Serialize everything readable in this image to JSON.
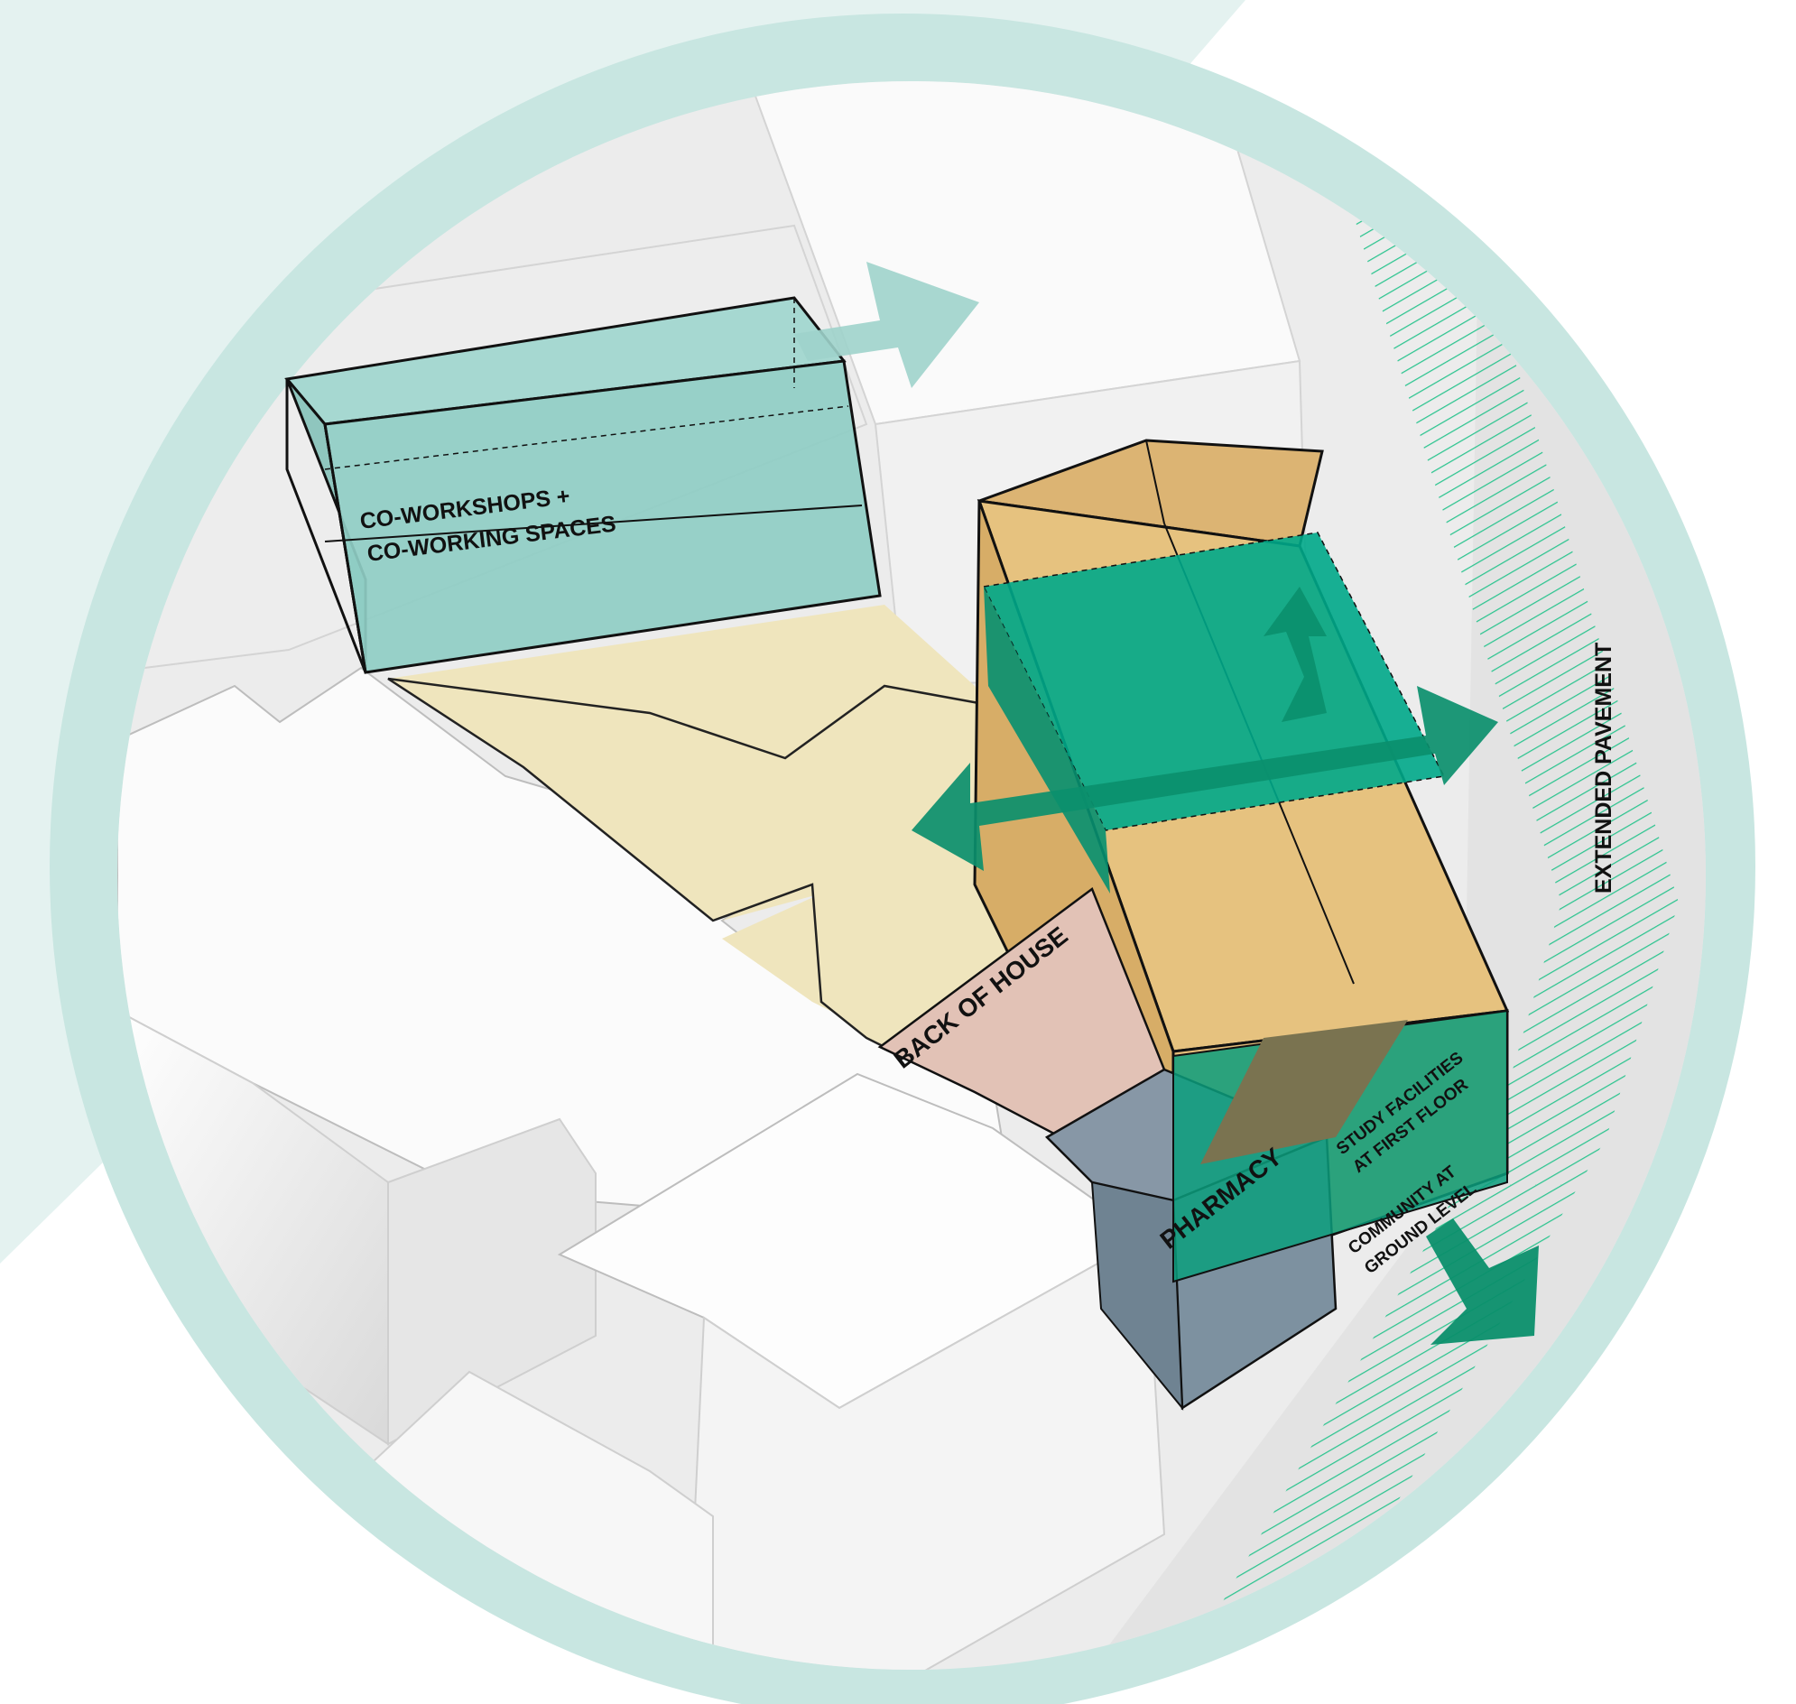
{
  "labels": {
    "coworking_line1": "CO-WORKSHOPS +",
    "coworking_line2": "CO-WORKING SPACES",
    "back_of_house": "BACK OF HOUSE",
    "pharmacy": "PHARMACY",
    "study_line1": "STUDY FACILITIES",
    "study_line2": "AT FIRST FLOOR",
    "community_line1": "COMMUNITY AT",
    "community_line2": "GROUND LEVEL",
    "extended_pavement": "EXTENDED PAVEMENT"
  },
  "colors": {
    "background_band": "#e4f2f0",
    "ring": "#c8e6e1",
    "coworking_volume": "#8fcdc4",
    "courtyard": "#efe5bd",
    "main_building": "#e6c27f",
    "first_floor_band": "#00a88a",
    "circulation_arrows": "#0b8f6c",
    "back_of_house": "#e2c2b6",
    "pharmacy": "#7d91a0",
    "pavement_hatch": "#2cc48f",
    "context_buildings": "#f2f2f2"
  }
}
